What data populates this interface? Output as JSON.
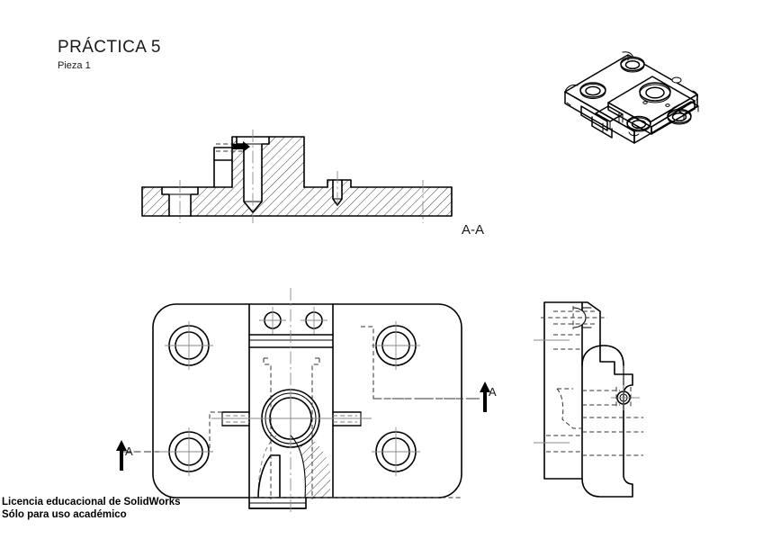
{
  "document": {
    "type": "engineering-drawing",
    "software": "SolidWorks",
    "background_color": "#ffffff",
    "line_color": "#000000",
    "center_line_color": "#8a8a8a",
    "hidden_line_color": "#333333"
  },
  "title_block": {
    "main_title": "PRÁCTICA 5",
    "sub_title": "Pieza 1"
  },
  "footer": {
    "line1": "Licencia educacional de SolidWorks",
    "line2": "Sólo para uso académico"
  },
  "views": {
    "isometric": {
      "name": "isometric-view",
      "label": ""
    },
    "section": {
      "name": "section-view",
      "label": "A-A"
    },
    "top": {
      "name": "top-view",
      "label": "",
      "section_arrow_right_label": "A",
      "section_arrow_left_label": "A"
    },
    "side": {
      "name": "right-side-view",
      "label": ""
    }
  },
  "features": {
    "corner_counterbores": 4,
    "top_rib_holes": 2,
    "central_bore": 1,
    "side_slots": 2
  }
}
